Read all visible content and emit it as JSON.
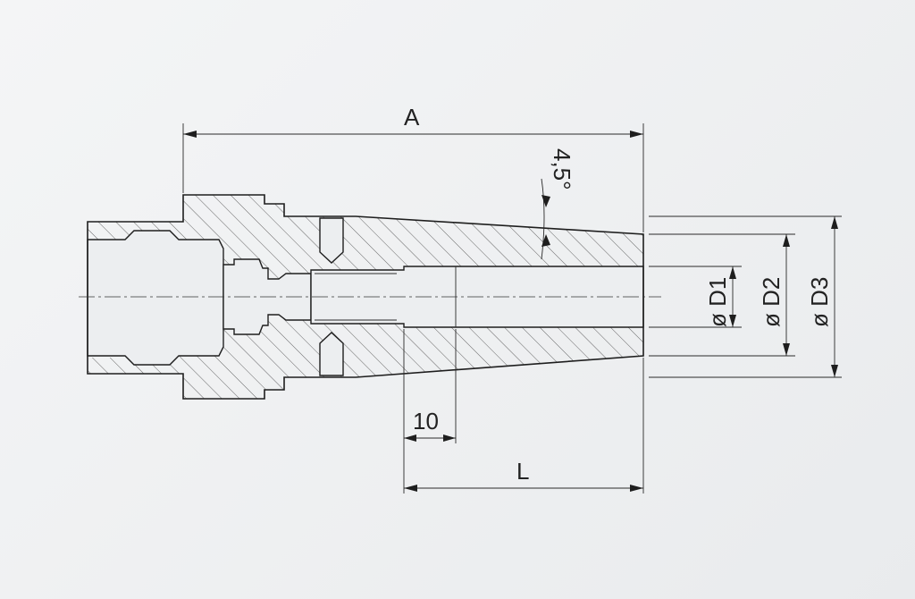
{
  "drawing": {
    "labels": {
      "overall_length": "A",
      "angle": "4,5°",
      "d1": "ø D1",
      "d2": "ø D2",
      "d3": "ø D3",
      "offset": "10",
      "length": "L"
    },
    "colors": {
      "background": "#eceef0",
      "line": "#1e1e1e",
      "hatch": "#555555"
    }
  }
}
